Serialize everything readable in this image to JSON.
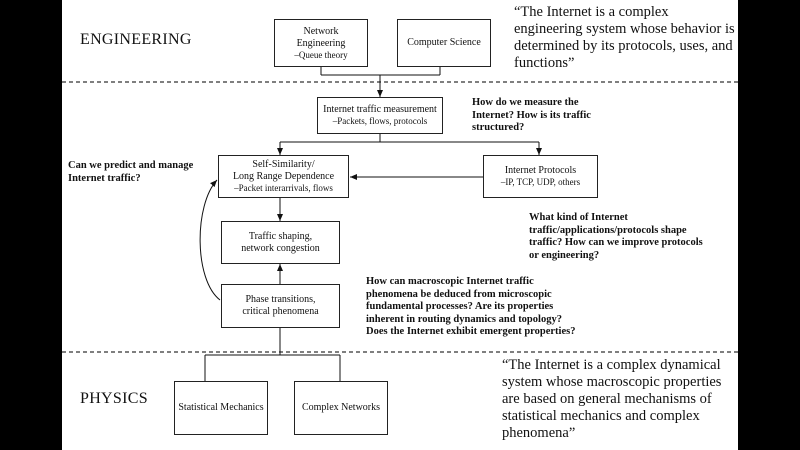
{
  "sections": {
    "engineering": "ENGINEERING",
    "physics": "PHYSICS"
  },
  "quotes": {
    "engineering": "“The Internet is a complex engineering system whose behavior is determined by its protocols, uses, and functions”",
    "physics": "“The Internet is a complex dynamical system whose macroscopic properties are based on general mechanisms of statistical mechanics and complex phenomena”"
  },
  "boxes": {
    "network_engineering": {
      "title": "Network Engineering",
      "sub": "–Queue theory"
    },
    "computer_science": {
      "title": "Computer Science"
    },
    "traffic_measurement": {
      "title": "Internet traffic measurement",
      "sub": "–Packets, flows, protocols"
    },
    "self_similarity": {
      "title": "Self-Similarity/",
      "title2": "Long Range Dependence",
      "sub": "–Packet interarrivals, flows"
    },
    "internet_protocols": {
      "title": "Internet Protocols",
      "sub": "–IP, TCP, UDP, others"
    },
    "traffic_shaping": {
      "title": "Traffic shaping,",
      "title2": "network congestion"
    },
    "phase_transitions": {
      "title": "Phase transitions,",
      "title2": "critical phenomena"
    },
    "statistical_mechanics": {
      "title": "Statistical Mechanics"
    },
    "complex_networks": {
      "title": "Complex Networks"
    }
  },
  "questions": {
    "measure": "How do we measure the Internet? How is its traffic structured?",
    "predict": "Can we predict and manage Internet traffic?",
    "applications": "What kind of Internet traffic/applications/protocols shape traffic? How can we improve protocols or engineering?",
    "macroscopic": "How can macroscopic Internet traffic phenomena be deduced from microscopic fundamental processes? Are its properties inherent in routing dynamics and topology? Does the Internet exhibit emergent properties?"
  }
}
